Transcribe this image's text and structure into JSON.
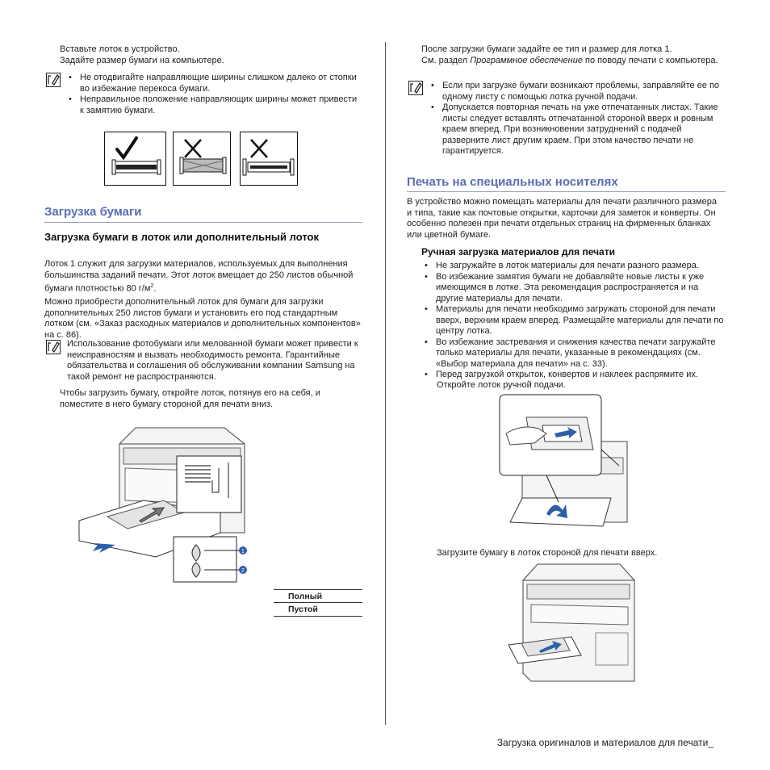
{
  "left": {
    "intro_lines": [
      "Вставьте лоток в устройство.",
      "Задайте размер бумаги на компьютере."
    ],
    "note1": [
      "Не отодвигайте направляющие ширины слишком далеко от стопки во избежание перекоса бумаги.",
      "Неправильное положение направляющих ширины может привести к замятию бумаги."
    ],
    "section_title": "Загрузка бумаги",
    "subsection_title": "Загрузка бумаги в лоток    или дополнительный лоток",
    "para1_pre": "Лоток 1 служит для загрузки материалов, используемых для выполнения большинства заданий печати. Этот лоток вмещает до 250 листов обычной бумаги плотностью 80 г/м",
    "para1_sup": "2",
    "para1_post": ".",
    "para2": "Можно приобрести дополнительный лоток для бумаги для загрузки дополнительных 250 листов бумаги и установить его под стандартным лотком (см. «Заказ расходных материалов и дополнительных компонентов» на с. 86).",
    "note2": "Использование фотобумаги или мелованной бумаги может привести к неисправностям и вызвать необходимость ремонта. Гарантийные обязательства и соглашения об обслуживании компании Samsung на такой ремонт не распространяются.",
    "para3": "Чтобы загрузить бумагу, откройте лоток, потянув его на себя, и поместите в него бумагу стороной для печати вниз.",
    "callouts": [
      "1",
      "2"
    ],
    "table_rows": [
      "Полный",
      "Пустой"
    ]
  },
  "right": {
    "intro_line1": "После загрузки бумаги задайте ее тип и размер для лотка 1.",
    "intro_line2_pre": "См. раздел ",
    "intro_line2_italic": "Программное обеспечение",
    "intro_line2_post": "  по поводу печати с компьютера.",
    "note": [
      "Если при загрузке бумаги возникают проблемы, заправляйте ее по одному листу с помощью лотка ручной подачи.",
      "Допускается повторная печать на уже отпечатанных листах. Такие листы следует вставлять отпечатанной стороной вверх и ровным краем вперед. При возникновении затруднений с подачей разверните лист другим краем. При этом качество печати не гарантируется."
    ],
    "section_title": "Печать на специальных носителях",
    "para1": "В устройство можно помещать материалы для печати различного размера и типа, такие как почтовые открытки, карточки для заметок и конверты. Он особенно полезен при печати отдельных страниц на фирменных бланках или цветной бумаге.",
    "subsection_title": "Ручная загрузка материалов для печати",
    "bullets": [
      "Не загружайте в лоток материалы для печати разного размера.",
      "Во избежание замятия бумаги не добавляйте новые листы к уже имеющимся в лотке. Эта рекомендация распространяется и на другие материалы для печати.",
      "Материалы для печати необходимо загружать стороной для печати вверх, верхним краем вперед. Размещайте материалы для печати по центру лотка.",
      "Во избежание застревания и снижения качества печати загружайте только материалы для печати, указанные в рекомендациях (см. «Выбор материала для печати» на с. 33).",
      "Перед загрузкой открыток, конвертов и наклеек распрямите их."
    ],
    "step1": "Откройте лоток ручной подачи.",
    "step2": "Загрузите бумагу в лоток стороной для печати вверх."
  },
  "footer": "Загрузка оригиналов и материалов для печати_",
  "colors": {
    "heading": "#5b6db0",
    "arrow": "#2d5fa8"
  },
  "icons": [
    "note-icon",
    "check-icon",
    "cross-icon",
    "arrow-icon"
  ]
}
